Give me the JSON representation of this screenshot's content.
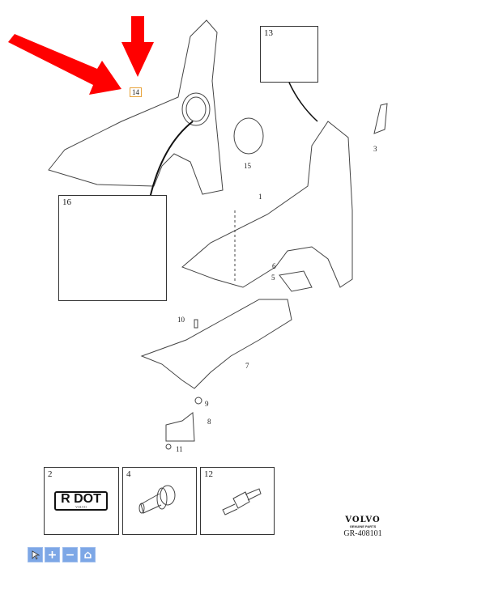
{
  "callouts": {
    "c14": "14",
    "c13": "13",
    "c3": "3",
    "c15": "15",
    "c1": "1",
    "c16": "16",
    "c6": "6",
    "c5": "5",
    "c10": "10",
    "c7": "7",
    "c9": "9",
    "c8": "8",
    "c11": "11"
  },
  "insets": [
    {
      "number": "2",
      "plate_text": "R DOT",
      "plate_sub": "VOLVO"
    },
    {
      "number": "4"
    },
    {
      "number": "12"
    }
  ],
  "logo": {
    "brand": "VOLVO",
    "sub": "GENUINE PARTS",
    "code": "GR-408101"
  },
  "toolbar": {
    "select_icon": "pointer",
    "zoom_in": "+",
    "zoom_out": "−",
    "home_icon": "⌂"
  },
  "colors": {
    "arrow": "#ff0000",
    "toolbar": "#7da7e6",
    "highlight": "#e8a33a"
  }
}
